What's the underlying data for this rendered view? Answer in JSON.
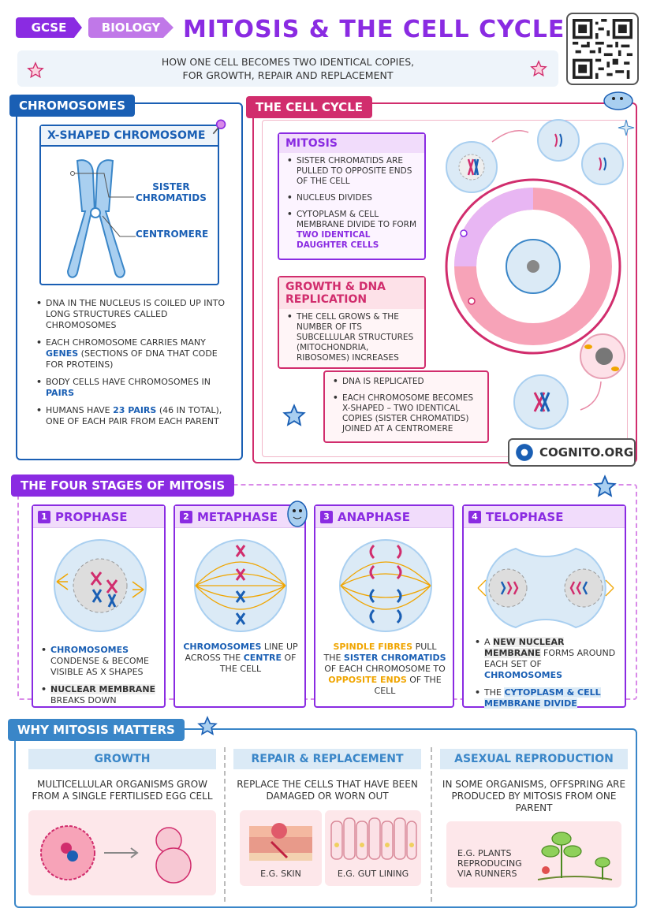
{
  "header": {
    "tag_gcse": "GCSE",
    "tag_biology": "BIOLOGY",
    "title": "MITOSIS & THE CELL CYCLE",
    "subtitle_line1": "HOW ONE CELL BECOMES TWO IDENTICAL COPIES,",
    "subtitle_line2": "FOR GROWTH, REPAIR AND REPLACEMENT"
  },
  "chromosomes": {
    "label": "CHROMOSOMES",
    "diagram_title": "X-SHAPED CHROMOSOME",
    "sister_line1": "SISTER",
    "sister_line2": "CHROMATIDS",
    "centromere": "CENTROMERE",
    "b1": "DNA IN THE NUCLEUS IS COILED UP INTO LONG STRUCTURES CALLED CHROMOSOMES",
    "b2_pre": "EACH CHROMOSOME CARRIES MANY ",
    "b2_hl": "GENES",
    "b2_post": " (SECTIONS OF DNA THAT CODE FOR PROTEINS)",
    "b3_pre": "BODY CELLS HAVE CHROMOSOMES IN ",
    "b3_hl": "PAIRS",
    "b4_pre": "HUMANS HAVE ",
    "b4_hl": "23 PAIRS",
    "b4_post": " (46 IN TOTAL), ONE OF EACH PAIR FROM EACH PARENT"
  },
  "cell_cycle": {
    "label": "THE CELL CYCLE",
    "mitosis_title": "MITOSIS",
    "m1": "SISTER CHROMATIDS ARE PULLED TO OPPOSITE ENDS OF THE CELL",
    "m2": "NUCLEUS DIVIDES",
    "m3_pre": "CYTOPLASM & CELL MEMBRANE DIVIDE TO FORM ",
    "m3_hl": "TWO IDENTICAL DAUGHTER CELLS",
    "growth_title": "GROWTH & DNA REPLICATION",
    "g1": "THE CELL GROWS & THE NUMBER OF ITS SUBCELLULAR STRUCTURES (MITOCHONDRIA, RIBOSOMES) INCREASES",
    "g2": "DNA IS REPLICATED",
    "g3": "EACH CHROMOSOME BECOMES X-SHAPED – TWO IDENTICAL COPIES (SISTER CHROMATIDS) JOINED AT A CENTROMERE",
    "brand": "COGNITO.ORG"
  },
  "stages": {
    "label": "THE FOUR STAGES OF MITOSIS",
    "s1_num": "1",
    "s1_name": "PROPHASE",
    "s1_a_hl": "CHROMOSOMES",
    "s1_a_post": " CONDENSE & BECOME VISIBLE AS X SHAPES",
    "s1_b_hl": "NUCLEAR MEMBRANE",
    "s1_b_post": " BREAKS DOWN",
    "s2_num": "2",
    "s2_name": "METAPHASE",
    "s2_hl": "CHROMOSOMES",
    "s2_mid": " LINE UP ACROSS THE ",
    "s2_hl2": "CENTRE",
    "s2_post": " OF THE CELL",
    "s3_num": "3",
    "s3_name": "ANAPHASE",
    "s3_hl": "SPINDLE FIBRES",
    "s3_mid": " PULL THE ",
    "s3_hl2": "SISTER CHROMATIDS",
    "s3_mid2": " OF EACH CHROMOSOME TO ",
    "s3_hl3": "OPPOSITE ENDS",
    "s3_post": " OF THE CELL",
    "s4_num": "4",
    "s4_name": "TELOPHASE",
    "s4_a_pre": "A ",
    "s4_a_hl": "NEW NUCLEAR MEMBRANE",
    "s4_a_post": " FORMS AROUND EACH SET OF ",
    "s4_a_hl2": "CHROMOSOMES",
    "s4_b_pre": "THE ",
    "s4_b_hl": "CYTOPLASM & CELL MEMBRANE DIVIDE"
  },
  "why": {
    "label": "WHY MITOSIS MATTERS",
    "c1_head": "GROWTH",
    "c1_text": "MULTICELLULAR ORGANISMS GROW FROM A SINGLE FERTILISED EGG CELL",
    "c2_head": "REPAIR & REPLACEMENT",
    "c2_text": "REPLACE THE CELLS THAT HAVE BEEN DAMAGED OR WORN OUT",
    "c2_pic1": "E.G. SKIN",
    "c2_pic2": "E.G. GUT LINING",
    "c3_head": "ASEXUAL REPRODUCTION",
    "c3_text": "IN SOME ORGANISMS, OFFSPRING ARE PRODUCED BY MITOSIS FROM ONE PARENT",
    "c3_pic": "E.G. PLANTS REPRODUCING VIA RUNNERS"
  },
  "colors": {
    "purple": "#8a2be2",
    "blue": "#1a5fb4",
    "pink": "#d12d6d",
    "light_blue": "#3a86c8"
  }
}
